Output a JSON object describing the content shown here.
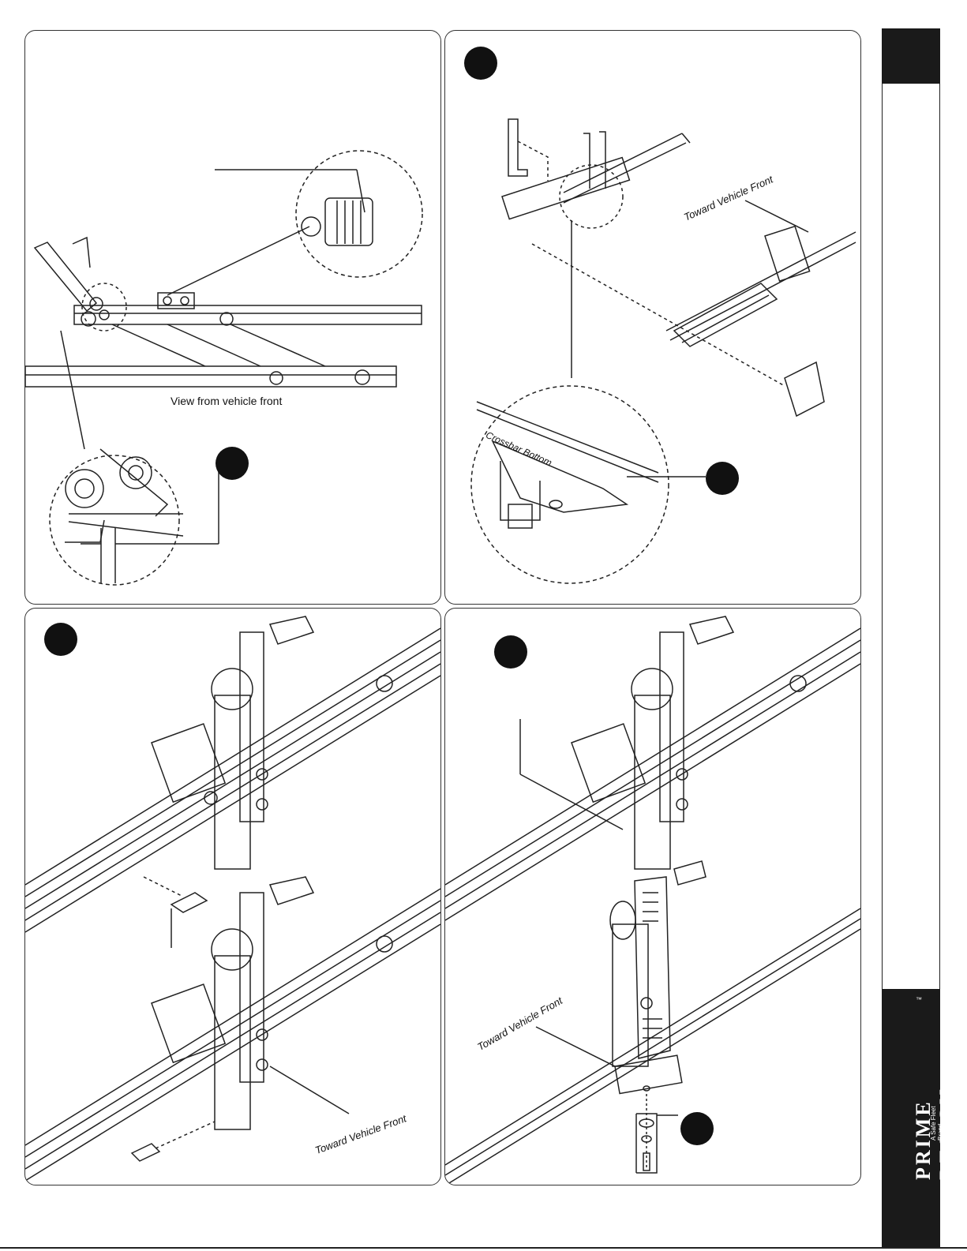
{
  "panels": {
    "p1": {
      "caption_view": "View from vehicle front"
    },
    "p2": {
      "caption_front": "Toward Vehicle Front",
      "caption_crossbar": "Crossbar Bottom"
    },
    "p3": {
      "caption_front": "Toward Vehicle Front"
    },
    "p4": {
      "caption_front": "Toward Vehicle Front"
    }
  },
  "brand": {
    "name": "PRIME DESIGN",
    "tagline": "A Safe Fleet Brand",
    "tm": "™"
  },
  "colors": {
    "ink": "#111111",
    "tab": "#1a1a1a"
  }
}
